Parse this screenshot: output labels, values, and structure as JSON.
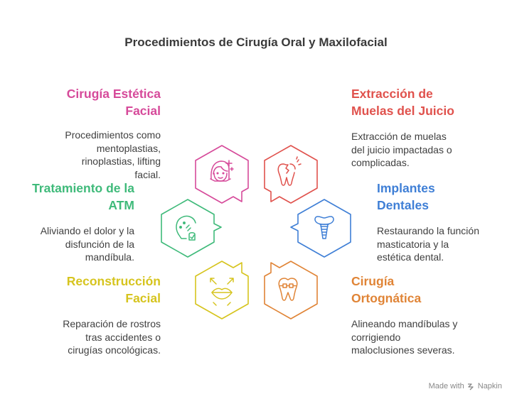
{
  "title": "Procedimientos de Cirugía Oral y Maxilofacial",
  "items": [
    {
      "heading": [
        "Cirugía Estética",
        "Facial"
      ],
      "desc": [
        "Procedimientos como",
        "mentoplastias,",
        "rinoplastias, lifting",
        "facial."
      ],
      "color": "#d64a9a",
      "icon": "face-sparkle-icon"
    },
    {
      "heading": [
        "Extracción de",
        "Muelas del Juicio"
      ],
      "desc": [
        "Extracción de muelas",
        "del juicio impactadas o",
        "complicadas."
      ],
      "color": "#e0524d",
      "icon": "broken-tooth-icon"
    },
    {
      "heading": [
        "Tratamiento de la",
        "ATM"
      ],
      "desc": [
        "Aliviando el dolor y la",
        "disfunción de la",
        "mandíbula."
      ],
      "color": "#3fba7a",
      "icon": "jaw-joint-icon"
    },
    {
      "heading": [
        "Implantes",
        "Dentales"
      ],
      "desc": [
        "Restaurando la función",
        "masticatoria y la",
        "estética dental."
      ],
      "color": "#3f7fd6",
      "icon": "dental-implant-icon"
    },
    {
      "heading": [
        "Reconstrucción",
        "Facial"
      ],
      "desc": [
        "Reparación de rostros",
        "tras accidentes o",
        "cirugías oncológicas."
      ],
      "color": "#d6c41e",
      "icon": "lips-arrows-icon"
    },
    {
      "heading": [
        "Cirugía",
        "Ortognática"
      ],
      "desc": [
        "Alineando mandíbulas y",
        "corrigiendo",
        "maloclusiones severas."
      ],
      "color": "#e08436",
      "icon": "tooth-braces-icon"
    }
  ],
  "footer": {
    "made_with": "Made with",
    "brand": "Napkin"
  }
}
